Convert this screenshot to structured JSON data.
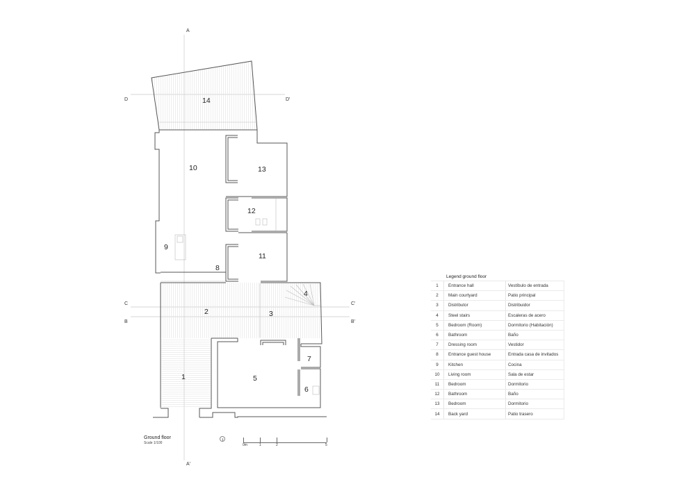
{
  "drawing": {
    "title": "Ground floor",
    "scale": "Scale 1/100",
    "north_icon": "north-arrow-icon",
    "scalebar": {
      "unit_label": "0m",
      "ticks": [
        "0m",
        "1",
        "2",
        "5"
      ]
    },
    "section_lines": {
      "A": {
        "start": "A",
        "end": "A'"
      },
      "B": {
        "start": "B",
        "end": "B'"
      },
      "C": {
        "start": "C",
        "end": "C'"
      },
      "D": {
        "start": "D",
        "end": "D'"
      }
    },
    "room_labels": [
      "1",
      "2",
      "3",
      "4",
      "5",
      "6",
      "7",
      "8",
      "9",
      "10",
      "11",
      "12",
      "13",
      "14"
    ]
  },
  "legend": {
    "title": "Legend  ground floor",
    "rows": [
      {
        "num": "1",
        "en": "Entrance hall",
        "es": "Vestíbulo de entrada"
      },
      {
        "num": "2",
        "en": "Main courtyard",
        "es": "Patio principal"
      },
      {
        "num": "3",
        "en": "Distributor",
        "es": "Distribuidor"
      },
      {
        "num": "4",
        "en": "Steel stairs",
        "es": "Escaleras de acero"
      },
      {
        "num": "5",
        "en": "Bedroom (Room)",
        "es": "Dormitorio (Habitación)"
      },
      {
        "num": "6",
        "en": "Bathroom",
        "es": "Baño"
      },
      {
        "num": "7",
        "en": "Dressing room",
        "es": "Vestidor"
      },
      {
        "num": "8",
        "en": "Entrance guest house",
        "es": "Entrada casa de invitados"
      },
      {
        "num": "9",
        "en": "Kitchen",
        "es": "Cocina"
      },
      {
        "num": "10",
        "en": "Living room",
        "es": "Sala de estar"
      },
      {
        "num": "11",
        "en": "Bedroom",
        "es": "Dormitorio"
      },
      {
        "num": "12",
        "en": "Bathroom",
        "es": "Baño"
      },
      {
        "num": "13",
        "en": "Bedroom",
        "es": "Dormitorio"
      },
      {
        "num": "14",
        "en": "Back yard",
        "es": "Patio trasero"
      }
    ]
  }
}
